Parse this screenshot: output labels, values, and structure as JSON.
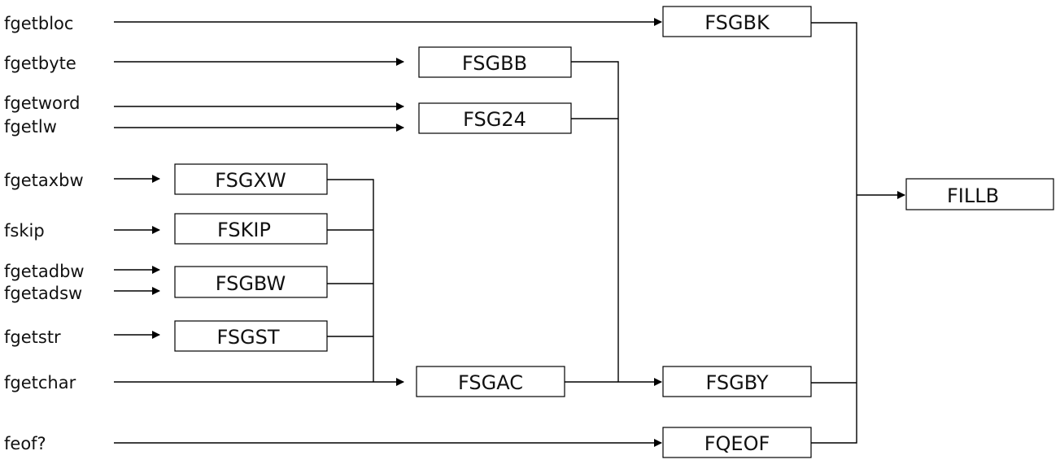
{
  "diagram": {
    "inputs": [
      {
        "id": "fgetbloc",
        "label": "fgetbloc",
        "target": "FSGBK"
      },
      {
        "id": "fgetbyte",
        "label": "fgetbyte",
        "target": "FSGBB"
      },
      {
        "id": "fgetword",
        "label": "fgetword",
        "target": "FSG24"
      },
      {
        "id": "fgetlw",
        "label": "fgetlw",
        "target": "FSG24"
      },
      {
        "id": "fgetaxbw",
        "label": "fgetaxbw",
        "target": "FSGXW"
      },
      {
        "id": "fskip",
        "label": "fskip",
        "target": "FSKIP"
      },
      {
        "id": "fgetadbw",
        "label": "fgetadbw",
        "target": "FSGBW"
      },
      {
        "id": "fgetadsw",
        "label": "fgetadsw",
        "target": "FSGBW"
      },
      {
        "id": "fgetstr",
        "label": "fgetstr",
        "target": "FSGST"
      },
      {
        "id": "fgetchar",
        "label": "fgetchar",
        "target": "FSGAC"
      },
      {
        "id": "feof",
        "label": "feof?",
        "target": "FQEOF"
      }
    ],
    "boxes": [
      {
        "id": "FSGBK",
        "label": "FSGBK",
        "target": "FILLB"
      },
      {
        "id": "FSGBB",
        "label": "FSGBB",
        "target": "FSGBY"
      },
      {
        "id": "FSG24",
        "label": "FSG24",
        "target": "FSGBY"
      },
      {
        "id": "FSGXW",
        "label": "FSGXW",
        "target": "FSGAC"
      },
      {
        "id": "FSKIP",
        "label": "FSKIP",
        "target": "FSGAC"
      },
      {
        "id": "FSGBW",
        "label": "FSGBW",
        "target": "FSGAC"
      },
      {
        "id": "FSGST",
        "label": "FSGST",
        "target": "FSGAC"
      },
      {
        "id": "FSGAC",
        "label": "FSGAC",
        "target": "FSGBY"
      },
      {
        "id": "FSGBY",
        "label": "FSGBY",
        "target": "FILLB"
      },
      {
        "id": "FQEOF",
        "label": "FQEOF",
        "target": "FILLB"
      },
      {
        "id": "FILLB",
        "label": "FILLB",
        "target": null
      }
    ]
  }
}
